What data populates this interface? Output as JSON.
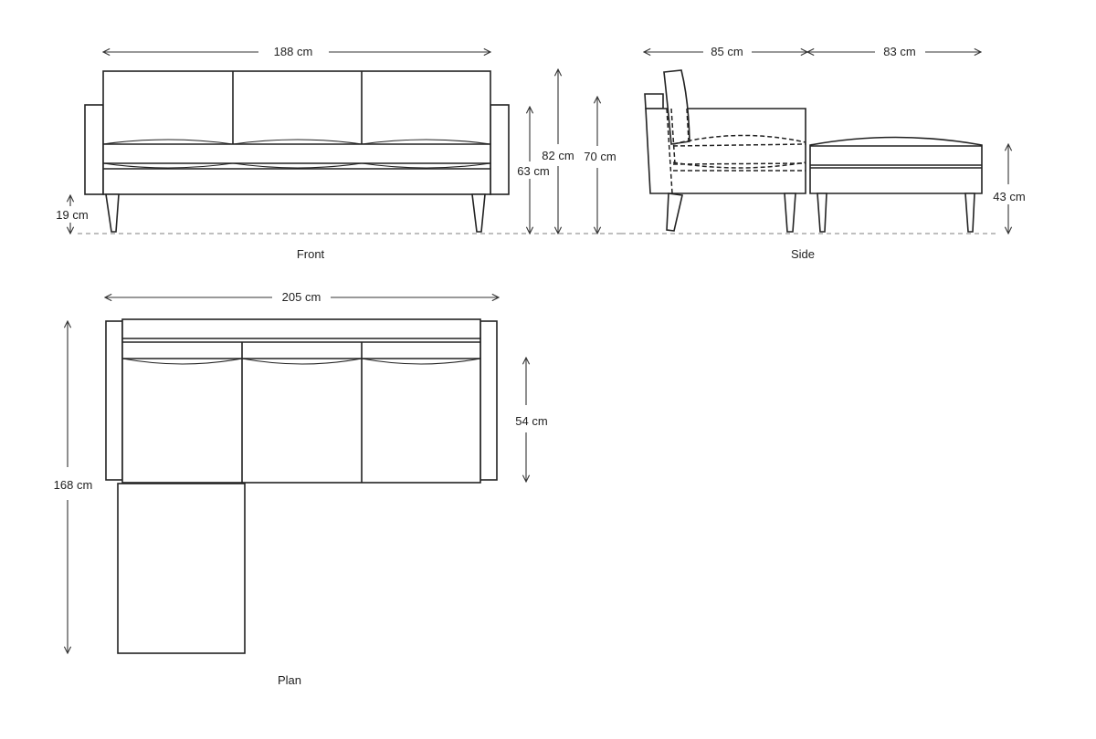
{
  "views": {
    "front": {
      "caption": "Front",
      "dimensions": {
        "width": "188 cm",
        "total_height": "82 cm",
        "arm_height": "63 cm",
        "back_height": "70 cm",
        "leg_height": "19 cm"
      }
    },
    "side": {
      "caption": "Side",
      "dimensions": {
        "sofa_depth": "85 cm",
        "chaise_extension": "83 cm",
        "seat_height": "43 cm"
      }
    },
    "plan": {
      "caption": "Plan",
      "dimensions": {
        "overall_width": "205 cm",
        "overall_depth": "168 cm",
        "seat_depth": "54 cm"
      }
    }
  },
  "colors": {
    "line": "#222222",
    "ground_line": "#999999",
    "background": "#ffffff"
  }
}
